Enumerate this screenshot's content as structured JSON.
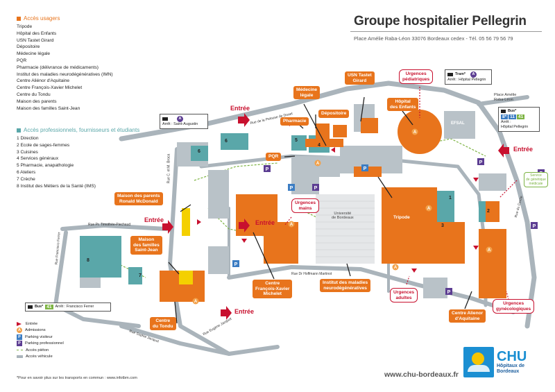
{
  "header": {
    "title": "Groupe hospitalier Pellegrin",
    "address": "Place Amélie Raba-Léon  33076 Bordeaux cedex - Tél. 05 56 79 56 79"
  },
  "legend_users": {
    "heading": "Accès usagers",
    "items": [
      "Tripode",
      "Hôpital des Enfants",
      "USN Tastet Girard",
      "Dépositoire",
      "Médecine légale",
      "PQR",
      "Pharmacie (délivrance de médicaments)",
      "Institut des maladies neurodégénératives (IMN)",
      "Centre Aliénor d'Aquitaine",
      "Centre François-Xavier Michelet",
      "Centre du Tondu",
      "Maison des parents",
      "Maison des familles Saint-Jean"
    ]
  },
  "legend_pro": {
    "heading": "Accès professionnels, fournisseurs et étudiants",
    "items": [
      "1  Direction",
      "2  Ecole de sages-femmes",
      "3  Cuisines",
      "4  Services généraux",
      "5  Pharmacie, anapathologie",
      "6  Ateliers",
      "7  Crèche",
      "8  Institut des Métiers de la Santé (IMS)"
    ]
  },
  "map_labels": {
    "usn": "USN Tastet\nGirard",
    "hopital_enfants": "Hôpital\ndes Enfants",
    "medecine_legale": "Médecine\nlégale",
    "depositoire": "Dépositoire",
    "pharmacie": "Pharmacie",
    "pqr": "PQR",
    "maison_parents": "Maison des parents\nRonald McDonald",
    "maison_familles": "Maison\ndes familles\nSaint-Jean",
    "tondu": "Centre\ndu Tondu",
    "fxm": "Centre\nFrançois-Xavier\nMichelet",
    "imn": "Institut des maladies\nneurodégénératives",
    "tripode": "Tripode",
    "alienor": "Centre Alienor\nd'Aquitaine",
    "universite": "Université\nde Bordeaux",
    "efsal": "EFSAL",
    "urgences_ped": "Urgences\npédiatriques",
    "urgences_mains": "Urgences\nmains",
    "urgences_adultes": "Urgences\nadultes",
    "urgences_gyn": "Urgences\ngynécologiques",
    "genetique": "Service\nde génétique\nmédicale",
    "place": "Place Amélie\nRoba-Léon"
  },
  "entrees": [
    "Entrée",
    "Entrée",
    "Entrée",
    "Entrée",
    "Entrée"
  ],
  "transport": {
    "tram_top_label": "Tram*",
    "tram_top_stop": "Arrêt : Hôpital Pellegrin",
    "tram_left_stop": "Arrêt : Saint-Augustin",
    "bus_right_label": "Bus*",
    "bus_right_lines": [
      "8*",
      "11",
      "41"
    ],
    "bus_right_stop": "Arrêt :\nHôpital Pellegrin",
    "bus_left_label": "Bus*",
    "bus_left_line": "41",
    "bus_left_stop": "Arrêt : Francisco Ferrer",
    "line_letter": "A"
  },
  "roads": {
    "pelouse": "Rue de la Pelouse de Douet",
    "ferrer": "Rue Francisco Ferrer",
    "piechaud": "Rue Pr. Timothée-Piechaud",
    "hoffmann": "Rue Dr Hoffmann Martinot",
    "jacquot": "Rue Eugène Jacquot",
    "cd": "Rue C. et M. Broca",
    "cercle": "Rue du Cercle",
    "sophie": "Rue Sophie Jacquot"
  },
  "numbers": [
    "1",
    "2",
    "3",
    "4",
    "5",
    "6",
    "7",
    "8"
  ],
  "map_legend": [
    {
      "icon": "arrow",
      "label": "Entrée"
    },
    {
      "icon": "A",
      "label": "Admissions"
    },
    {
      "icon": "P",
      "label": "Parking visiteur"
    },
    {
      "icon": "P",
      "label": "Parking professionnel"
    },
    {
      "icon": "dash",
      "label": "Accès piéton"
    },
    {
      "icon": "bar",
      "label": "Accès véhicule"
    }
  ],
  "footnote": "*Pour en savoir plus sur les transports en commun : www.infotbm.com",
  "website": "www.chu-bordeaux.fr",
  "logo": {
    "name": "CHU",
    "sub": "Hôpitaux de\nBordeaux"
  },
  "colors": {
    "orange": "#e8741c",
    "red": "#c8102e",
    "teal": "#5aa7a9",
    "grey": "#b9c2c8",
    "road": "#aab4bb",
    "green": "#7cb342",
    "purple": "#5c3d92"
  }
}
